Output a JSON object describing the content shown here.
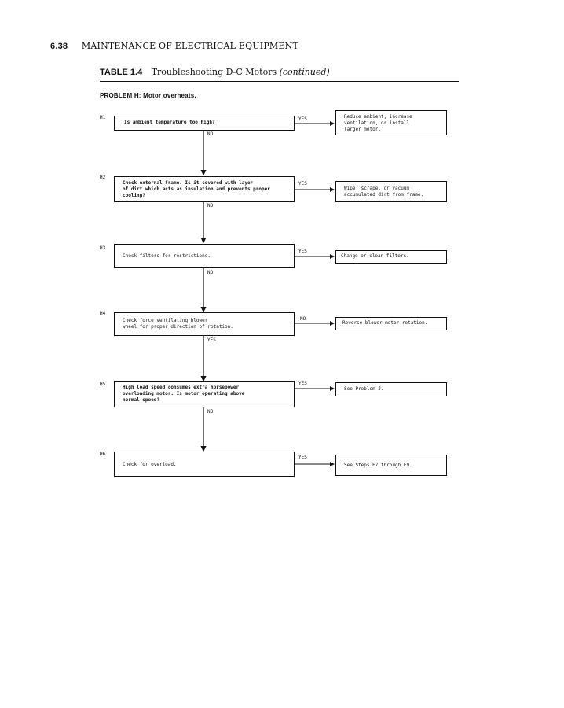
{
  "page_header": {
    "number": "6.38",
    "title": "MAINTENANCE OF ELECTRICAL EQUIPMENT"
  },
  "table": {
    "label": "TABLE 1.4",
    "title": "Troubleshooting D-C Motors",
    "continued": "(continued)"
  },
  "problem": {
    "label": "PROBLEM H:",
    "name": "Motor overheats."
  },
  "steps": [
    {
      "id": "H1",
      "question": "Is ambient temperature too high?",
      "branch_label": "YES",
      "action": "Reduce ambient, increase\nventilation, or install\nlarger motor.",
      "next_label": "NO"
    },
    {
      "id": "H2",
      "question": "Check external frame.  Is it covered with layer\nof dirt which acts as insulation and prevents proper\ncooling?",
      "branch_label": "YES",
      "action": "Wipe, scrape, or vacuum\naccumulated dirt from frame.",
      "next_label": "NO"
    },
    {
      "id": "H3",
      "question": "Check filters for restrictions.",
      "branch_label": "YES",
      "action": "Change or clean filters.",
      "next_label": "NO"
    },
    {
      "id": "H4",
      "question": "Check force ventilating blower\nwheel for proper direction of rotation.",
      "branch_label": "NO",
      "action": "Reverse blower motor rotation.",
      "next_label": "YES"
    },
    {
      "id": "H5",
      "question": "High load speed consumes extra horsepower\noverloading motor.  Is motor operating above\nnormal speed?",
      "branch_label": "YES",
      "action": "See Problem J.",
      "next_label": "NO"
    },
    {
      "id": "H6",
      "question": "Check for overload.",
      "branch_label": "YES",
      "action": "See Steps E7 through E9.",
      "next_label": ""
    }
  ]
}
